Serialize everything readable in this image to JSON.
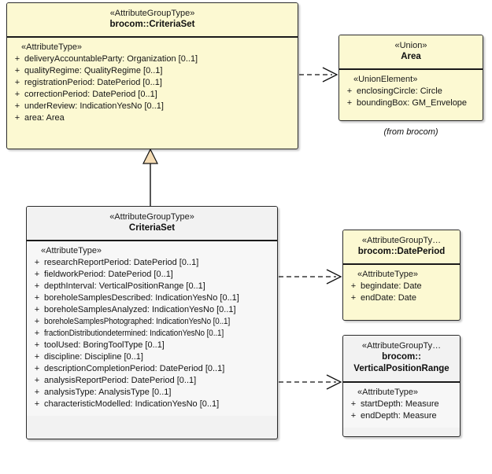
{
  "diagram": {
    "type": "uml-class-diagram",
    "background": "#ffffff",
    "accent_yellow": "#fcf9d2",
    "accent_white": "#f2f2f2",
    "border_color": "#2b2b2b",
    "generalization_fill": "#f5dcb4"
  },
  "classes": {
    "brocom_criteriaset": {
      "stereotype": "«AttributeGroupType»",
      "name": "brocom::CriteriaSet",
      "group_label": "«AttributeType»",
      "attributes": [
        {
          "visibility": "+",
          "text": "deliveryAccountableParty: Organization [0..1]"
        },
        {
          "visibility": "+",
          "text": "qualityRegime: QualityRegime [0..1]"
        },
        {
          "visibility": "+",
          "text": "registrationPeriod: DatePeriod [0..1]"
        },
        {
          "visibility": "+",
          "text": "correctionPeriod: DatePeriod [0..1]"
        },
        {
          "visibility": "+",
          "text": "underReview: IndicationYesNo [0..1]"
        },
        {
          "visibility": "+",
          "text": "area: Area"
        }
      ]
    },
    "area": {
      "stereotype": "«Union»",
      "name": "Area",
      "group_label": "«UnionElement»",
      "attributes": [
        {
          "visibility": "+",
          "text": "enclosingCircle: Circle"
        },
        {
          "visibility": "+",
          "text": "boundingBox: GM_Envelope"
        }
      ],
      "package_note": "(from brocom)"
    },
    "criteriaset": {
      "stereotype": "«AttributeGroupType»",
      "name": "CriteriaSet",
      "group_label": "«AttributeType»",
      "attributes": [
        {
          "visibility": "+",
          "text": "researchReportPeriod: DatePeriod [0..1]"
        },
        {
          "visibility": "+",
          "text": "fieldworkPeriod: DatePeriod [0..1]"
        },
        {
          "visibility": "+",
          "text": "depthInterval: VerticalPositionRange [0..1]"
        },
        {
          "visibility": "+",
          "text": "boreholeSamplesDescribed: IndicationYesNo [0..1]"
        },
        {
          "visibility": "+",
          "text": "boreholeSamplesAnalyzed: IndicationYesNo [0..1]"
        },
        {
          "visibility": "+",
          "text": "boreholeSamplesPhotographed: IndicationYesNo [0..1]"
        },
        {
          "visibility": "+",
          "text": "fractionDistributiondetermined: IndicationYesNo [0..1]"
        },
        {
          "visibility": "+",
          "text": "toolUsed: BoringToolType [0..1]"
        },
        {
          "visibility": "+",
          "text": "discipline: Discipline [0..1]"
        },
        {
          "visibility": "+",
          "text": "descriptionCompletionPeriod: DatePeriod [0..1]"
        },
        {
          "visibility": "+",
          "text": "analysisReportPeriod: DatePeriod [0..1]"
        },
        {
          "visibility": "+",
          "text": "analysisType: AnalysisType [0..1]"
        },
        {
          "visibility": "+",
          "text": "characteristicModelled: IndicationYesNo [0..1]"
        }
      ]
    },
    "dateperiod": {
      "stereotype": "«AttributeGroupTy…",
      "name": "brocom::DatePeriod",
      "group_label": "«AttributeType»",
      "attributes": [
        {
          "visibility": "+",
          "text": "begindate: Date"
        },
        {
          "visibility": "+",
          "text": "endDate: Date"
        }
      ]
    },
    "verticalpositionrange": {
      "stereotype": "«AttributeGroupTy…",
      "name": "brocom::",
      "name_line2": "VerticalPositionRange",
      "group_label": "«AttributeType»",
      "attributes": [
        {
          "visibility": "+",
          "text": "startDepth: Measure"
        },
        {
          "visibility": "+",
          "text": "endDepth: Measure"
        }
      ]
    }
  },
  "relationships": [
    {
      "name": "generalization-criteriaset-to-brocom-criteriaset",
      "kind": "generalization",
      "from": "criteriaset",
      "to": "brocom_criteriaset"
    },
    {
      "name": "dependency-brocom-criteriaset-to-area",
      "kind": "dependency",
      "from": "brocom_criteriaset",
      "to": "area"
    },
    {
      "name": "dependency-criteriaset-to-dateperiod",
      "kind": "dependency",
      "from": "criteriaset",
      "to": "dateperiod"
    },
    {
      "name": "dependency-criteriaset-to-verticalpositionrange",
      "kind": "dependency",
      "from": "criteriaset",
      "to": "verticalpositionrange"
    }
  ]
}
